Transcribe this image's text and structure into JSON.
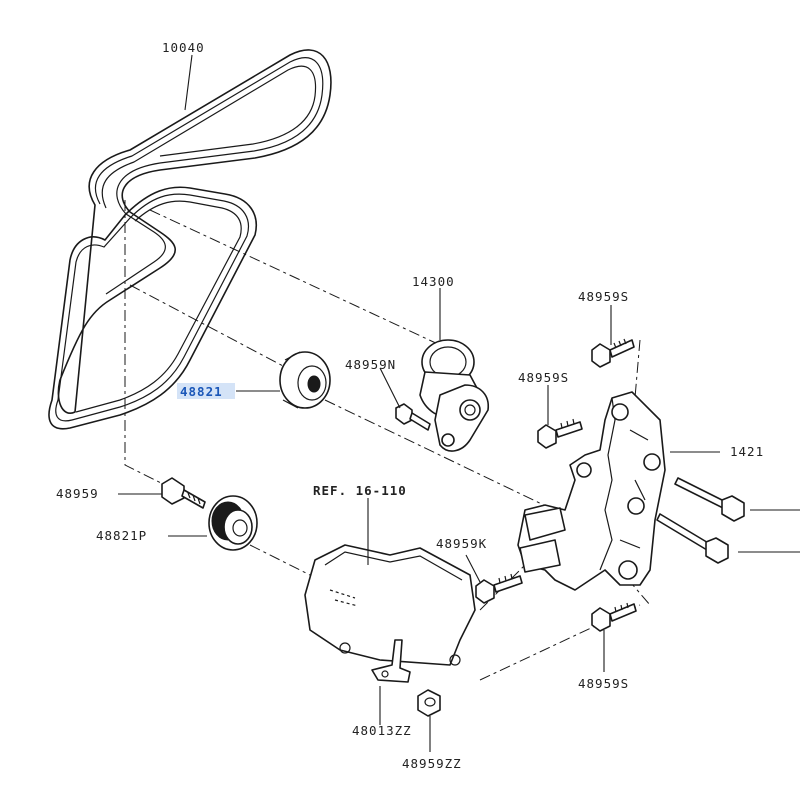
{
  "labels": {
    "belt": "10040",
    "tensioner": "14300",
    "idler_pulley": "48821",
    "idler_pulley_p": "48821P",
    "bolt_pulley": "48959",
    "bolt_n": "48959N",
    "bolt_s_top": "48959S",
    "bolt_s_mid": "48959S",
    "bolt_s_bottom": "48959S",
    "bolt_k": "48959K",
    "bracket": "1421",
    "ref": "REF. 16-110",
    "clip": "48013ZZ",
    "bolt_zz": "48959ZZ"
  },
  "colors": {
    "line": "#1a1a1a",
    "text": "#222222",
    "highlight_text": "#1b57b8",
    "highlight_bg": "#d4e3f7"
  }
}
